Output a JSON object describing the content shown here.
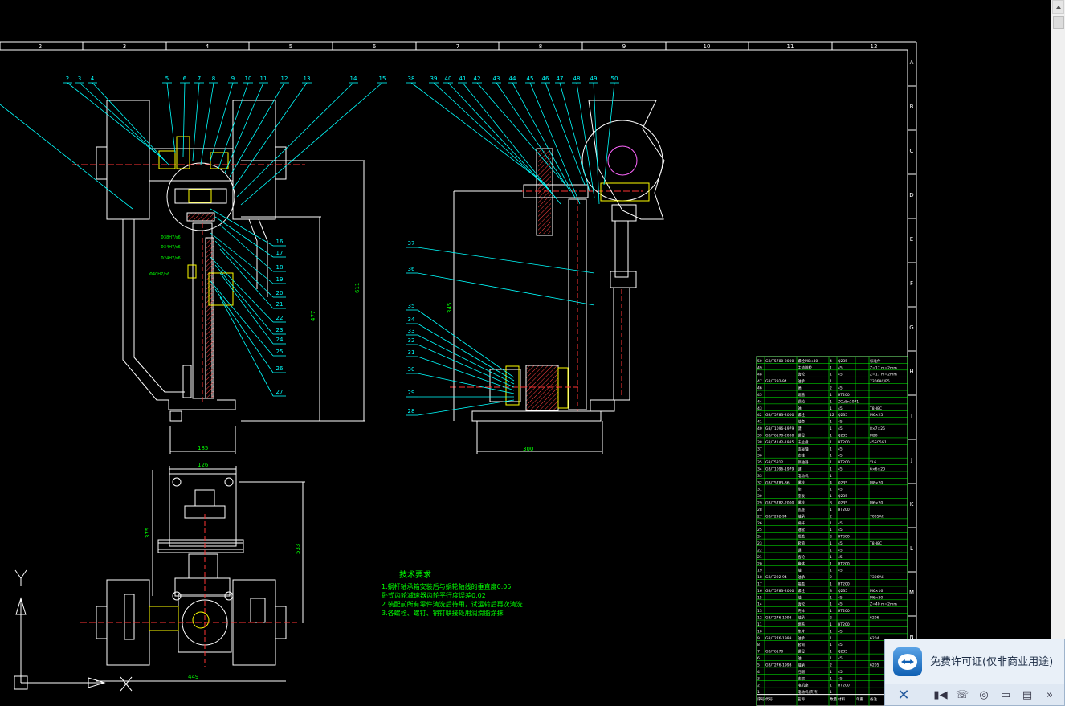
{
  "sheet": {
    "col_labels": [
      "2",
      "3",
      "4",
      "5",
      "6",
      "7",
      "8",
      "9",
      "10",
      "11",
      "12"
    ],
    "row_labels": [
      "A",
      "B",
      "C",
      "D",
      "E",
      "F",
      "G",
      "H",
      "I",
      "J",
      "K",
      "L",
      "M",
      "N"
    ]
  },
  "front_view": {
    "top_callouts": [
      "2",
      "3",
      "4",
      "5",
      "6",
      "7",
      "8",
      "9",
      "10",
      "11",
      "12",
      "13",
      "14",
      "15"
    ],
    "right_callouts": [
      "16",
      "17",
      "18",
      "19",
      "20",
      "21",
      "22",
      "23",
      "24",
      "25",
      "26",
      "27"
    ],
    "dims": {
      "height": "477",
      "total": "611",
      "width": "185"
    },
    "fit_labels": [
      "Φ38H7/s6",
      "Φ34H7/s6",
      "Φ24H7/s6",
      "Φ40H7/h6"
    ]
  },
  "side_view": {
    "top_callouts": [
      "38",
      "39",
      "40",
      "41",
      "42",
      "43",
      "44",
      "45",
      "46",
      "47",
      "48",
      "49",
      "50"
    ],
    "left_callouts": [
      "37",
      "36",
      "35",
      "34",
      "33",
      "32",
      "31",
      "30",
      "29",
      "28"
    ],
    "dims": {
      "width": "300",
      "height": "345"
    }
  },
  "top_view": {
    "dims": {
      "top": "126",
      "left": "375",
      "right": "533",
      "bottom": "449"
    }
  },
  "tech_req": {
    "title": "技术要求",
    "lines": [
      "1.蜗杆轴承箱安装后与蜗轮轴线的垂直度0.05",
      "  卧式齿轮减速器齿轮平行度误差0.02",
      "2.装配前所有零件清洗后待用，试运转后再次清洗",
      "3.各螺栓、螺钉、销钉联接处用润滑脂涂抹"
    ]
  },
  "bom": {
    "rows": [
      [
        "50",
        "GB/T5780-2000",
        "螺栓M8×40",
        "4",
        "Q235",
        "",
        "标准件"
      ],
      [
        "49",
        "",
        "主动链轮",
        "1",
        "45",
        "",
        "Z=17 m=2mm"
      ],
      [
        "48",
        "",
        "齿轮",
        "1",
        "45",
        "",
        "Z=17 m=2mm"
      ],
      [
        "47",
        "GB/T292-94",
        "轴承",
        "1",
        "",
        "",
        "7306AC/P5"
      ],
      [
        "46",
        "",
        "销",
        "2",
        "45",
        "",
        ""
      ],
      [
        "45",
        "",
        "端盖",
        "1",
        "HT200",
        "",
        ""
      ],
      [
        "44",
        "",
        "蜗轮",
        "1",
        "ZCuSn10P1",
        "",
        ""
      ],
      [
        "43",
        "",
        "轴",
        "1",
        "45",
        "",
        "T8H8C"
      ],
      [
        "42",
        "GB/T5783-2000",
        "螺栓",
        "12",
        "Q235",
        "",
        "M6×25"
      ],
      [
        "41",
        "",
        "轴套",
        "1",
        "45",
        "",
        ""
      ],
      [
        "40",
        "GB/T1096-1979",
        "键",
        "1",
        "45",
        "",
        "8×7×25"
      ],
      [
        "39",
        "GB/T6170-2000",
        "螺母",
        "1",
        "Q235",
        "",
        "M20"
      ],
      [
        "38",
        "GB/T4142-1985",
        "法兰盘",
        "1",
        "HT200",
        "",
        "45SC5G1"
      ],
      [
        "37",
        "",
        "连接轴",
        "1",
        "45",
        "",
        ""
      ],
      [
        "36",
        "",
        "支柱",
        "1",
        "45",
        "",
        ""
      ],
      [
        "35",
        "GB/T5812",
        "联轴器",
        "1",
        "HT200",
        "",
        "YL6"
      ],
      [
        "34",
        "GB/T1096-1979",
        "键",
        "1",
        "45",
        "",
        "6×6×20"
      ],
      [
        "33",
        "",
        "电动机",
        "1",
        "",
        "",
        ""
      ],
      [
        "32",
        "GB/T5783-86",
        "螺栓",
        "4",
        "Q235",
        "",
        "M8×20"
      ],
      [
        "31",
        "",
        "垫",
        "1",
        "45",
        "",
        ""
      ],
      [
        "30",
        "",
        "座板",
        "1",
        "Q235",
        "",
        ""
      ],
      [
        "29",
        "GB/T5782-2000",
        "螺栓",
        "8",
        "Q235",
        "",
        "M6×20"
      ],
      [
        "28",
        "",
        "底座",
        "1",
        "HT200",
        "",
        ""
      ],
      [
        "27",
        "GB/T292-94",
        "轴承",
        "2",
        "",
        "",
        "7005AC"
      ],
      [
        "26",
        "",
        "蜗杆",
        "1",
        "45",
        "",
        ""
      ],
      [
        "25",
        "",
        "轴套",
        "1",
        "45",
        "",
        ""
      ],
      [
        "24",
        "",
        "端盖",
        "2",
        "HT200",
        "",
        ""
      ],
      [
        "23",
        "",
        "套筒",
        "1",
        "45",
        "",
        "T8H8C"
      ],
      [
        "22",
        "",
        "键",
        "1",
        "45",
        "",
        ""
      ],
      [
        "21",
        "",
        "齿轮",
        "1",
        "45",
        "",
        ""
      ],
      [
        "20",
        "",
        "箱体",
        "1",
        "HT200",
        "",
        ""
      ],
      [
        "19",
        "",
        "轴",
        "1",
        "45",
        "",
        ""
      ],
      [
        "18",
        "GB/T292-94",
        "轴承",
        "2",
        "",
        "",
        "7306AC"
      ],
      [
        "17",
        "",
        "端盖",
        "1",
        "HT200",
        "",
        ""
      ],
      [
        "16",
        "GB/T5783-2000",
        "螺栓",
        "8",
        "Q235",
        "",
        "M6×16"
      ],
      [
        "15",
        "",
        "轴",
        "1",
        "45",
        "",
        "M6×20"
      ],
      [
        "14",
        "",
        "齿轮",
        "1",
        "45",
        "",
        "Z=40 m=2mm"
      ],
      [
        "13",
        "",
        "壳体",
        "1",
        "HT200",
        "",
        ""
      ],
      [
        "12",
        "GB/T276-1993",
        "轴承",
        "2",
        "",
        "",
        "6206"
      ],
      [
        "11",
        "",
        "端盖",
        "1",
        "HT200",
        "",
        ""
      ],
      [
        "10",
        "",
        "垫片",
        "1",
        "45",
        "",
        ""
      ],
      [
        "9",
        "GB/T276-1993",
        "轴承",
        "1",
        "",
        "",
        "6204"
      ],
      [
        "8",
        "",
        "套筒",
        "1",
        "45",
        "",
        ""
      ],
      [
        "7",
        "GB/T6170",
        "螺母",
        "1",
        "Q235",
        "",
        ""
      ],
      [
        "6",
        "",
        "轴",
        "1",
        "45",
        "",
        ""
      ],
      [
        "5",
        "GB/T276-1993",
        "轴承",
        "2",
        "",
        "",
        "6205"
      ],
      [
        "4",
        "",
        "挡圈",
        "1",
        "45",
        "",
        ""
      ],
      [
        "3",
        "",
        "支架",
        "1",
        "45",
        "",
        ""
      ],
      [
        "2",
        "",
        "电机座",
        "1",
        "HT200",
        "",
        ""
      ],
      [
        "1",
        "",
        "电动机(夹持)",
        "1",
        "",
        "",
        ""
      ]
    ],
    "header": [
      "序号",
      "代号",
      "名称",
      "数量",
      "材料",
      "单重",
      "备注"
    ]
  },
  "popup": {
    "message": "免费许可证(仅非商业用途)",
    "close_icon": "close-icon",
    "icons": [
      "video-icon",
      "phone-icon",
      "headset-icon",
      "chat-icon",
      "file-icon",
      "expand-icon"
    ]
  },
  "colors": {
    "background": "#000000",
    "border": "#ffffff",
    "line": "#ffffff",
    "leader": "#00ffff",
    "green": "#00ff00",
    "yellow": "#ffff00",
    "red": "#ff0000"
  }
}
